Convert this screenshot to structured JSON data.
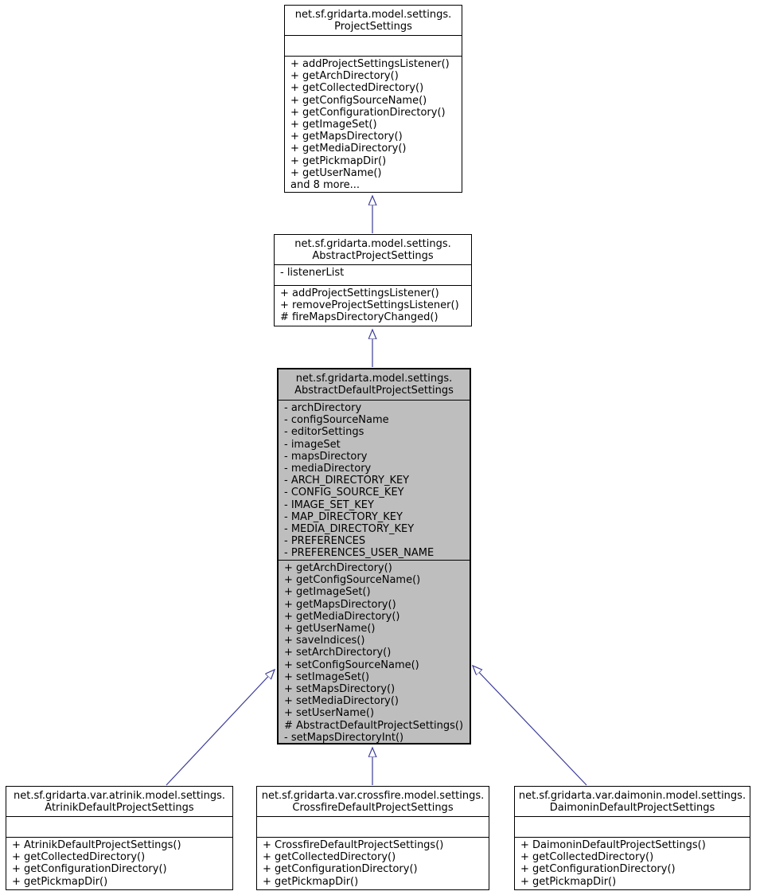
{
  "colors": {
    "arrow": "#3b3b98",
    "border": "#000000",
    "highlight_fill": "#bebebe",
    "background": "#ffffff"
  },
  "classes": {
    "project_settings": {
      "title": [
        "net.sf.gridarta.model.settings.",
        "ProjectSettings"
      ],
      "attributes": [],
      "methods": [
        "+ addProjectSettingsListener()",
        "+ getArchDirectory()",
        "+ getCollectedDirectory()",
        "+ getConfigSourceName()",
        "+ getConfigurationDirectory()",
        "+ getImageSet()",
        "+ getMapsDirectory()",
        "+ getMediaDirectory()",
        "+ getPickmapDir()",
        "+ getUserName()",
        "and 8 more..."
      ]
    },
    "abstract_project_settings": {
      "title": [
        "net.sf.gridarta.model.settings.",
        "AbstractProjectSettings"
      ],
      "attributes": [
        "- listenerList"
      ],
      "methods": [
        "+ addProjectSettingsListener()",
        "+ removeProjectSettingsListener()",
        "# fireMapsDirectoryChanged()"
      ]
    },
    "abstract_default_project_settings": {
      "title": [
        "net.sf.gridarta.model.settings.",
        "AbstractDefaultProjectSettings"
      ],
      "attributes": [
        "- archDirectory",
        "- configSourceName",
        "- editorSettings",
        "- imageSet",
        "- mapsDirectory",
        "- mediaDirectory",
        "- ARCH_DIRECTORY_KEY",
        "- CONFIG_SOURCE_KEY",
        "- IMAGE_SET_KEY",
        "- MAP_DIRECTORY_KEY",
        "- MEDIA_DIRECTORY_KEY",
        "- PREFERENCES",
        "- PREFERENCES_USER_NAME"
      ],
      "methods": [
        "+ getArchDirectory()",
        "+ getConfigSourceName()",
        "+ getImageSet()",
        "+ getMapsDirectory()",
        "+ getMediaDirectory()",
        "+ getUserName()",
        "+ saveIndices()",
        "+ setArchDirectory()",
        "+ setConfigSourceName()",
        "+ setImageSet()",
        "+ setMapsDirectory()",
        "+ setMediaDirectory()",
        "+ setUserName()",
        "# AbstractDefaultProjectSettings()",
        "- setMapsDirectoryInt()"
      ]
    },
    "atrinik_default_project_settings": {
      "title": [
        "net.sf.gridarta.var.atrinik.model.settings.",
        "AtrinikDefaultProjectSettings"
      ],
      "attributes": [],
      "methods": [
        "+ AtrinikDefaultProjectSettings()",
        "+ getCollectedDirectory()",
        "+ getConfigurationDirectory()",
        "+ getPickmapDir()"
      ]
    },
    "crossfire_default_project_settings": {
      "title": [
        "net.sf.gridarta.var.crossfire.model.settings.",
        "CrossfireDefaultProjectSettings"
      ],
      "attributes": [],
      "methods": [
        "+ CrossfireDefaultProjectSettings()",
        "+ getCollectedDirectory()",
        "+ getConfigurationDirectory()",
        "+ getPickmapDir()"
      ]
    },
    "daimonin_default_project_settings": {
      "title": [
        "net.sf.gridarta.var.daimonin.model.settings.",
        "DaimoninDefaultProjectSettings"
      ],
      "attributes": [],
      "methods": [
        "+ DaimoninDefaultProjectSettings()",
        "+ getCollectedDirectory()",
        "+ getConfigurationDirectory()",
        "+ getPickmapDir()"
      ]
    }
  }
}
